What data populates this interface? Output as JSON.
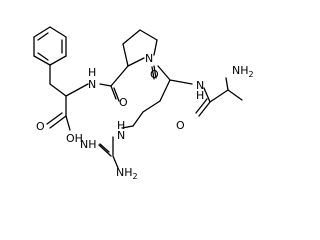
{
  "molecule": {
    "atom_labels": {
      "nh2_top": "NH",
      "nh2_top_sub": "2",
      "n_amide_right": "N",
      "h_amide_right": "H",
      "o_carbonyl_right": "O",
      "o_carbonyl_mid": "O",
      "n_proline": "N",
      "n_amide_left": "N",
      "h_amide_left": "H",
      "o_carbonyl_left": "O",
      "o_acid": "O",
      "oh_acid": "OH",
      "n_guanidine": "N",
      "h_guanidine": "H",
      "nh_imine": "NH",
      "nh2_bottom": "NH",
      "nh2_bottom_sub": "2"
    },
    "colors": {
      "bond": "#000000",
      "text": "#000000",
      "background": "#ffffff"
    }
  }
}
